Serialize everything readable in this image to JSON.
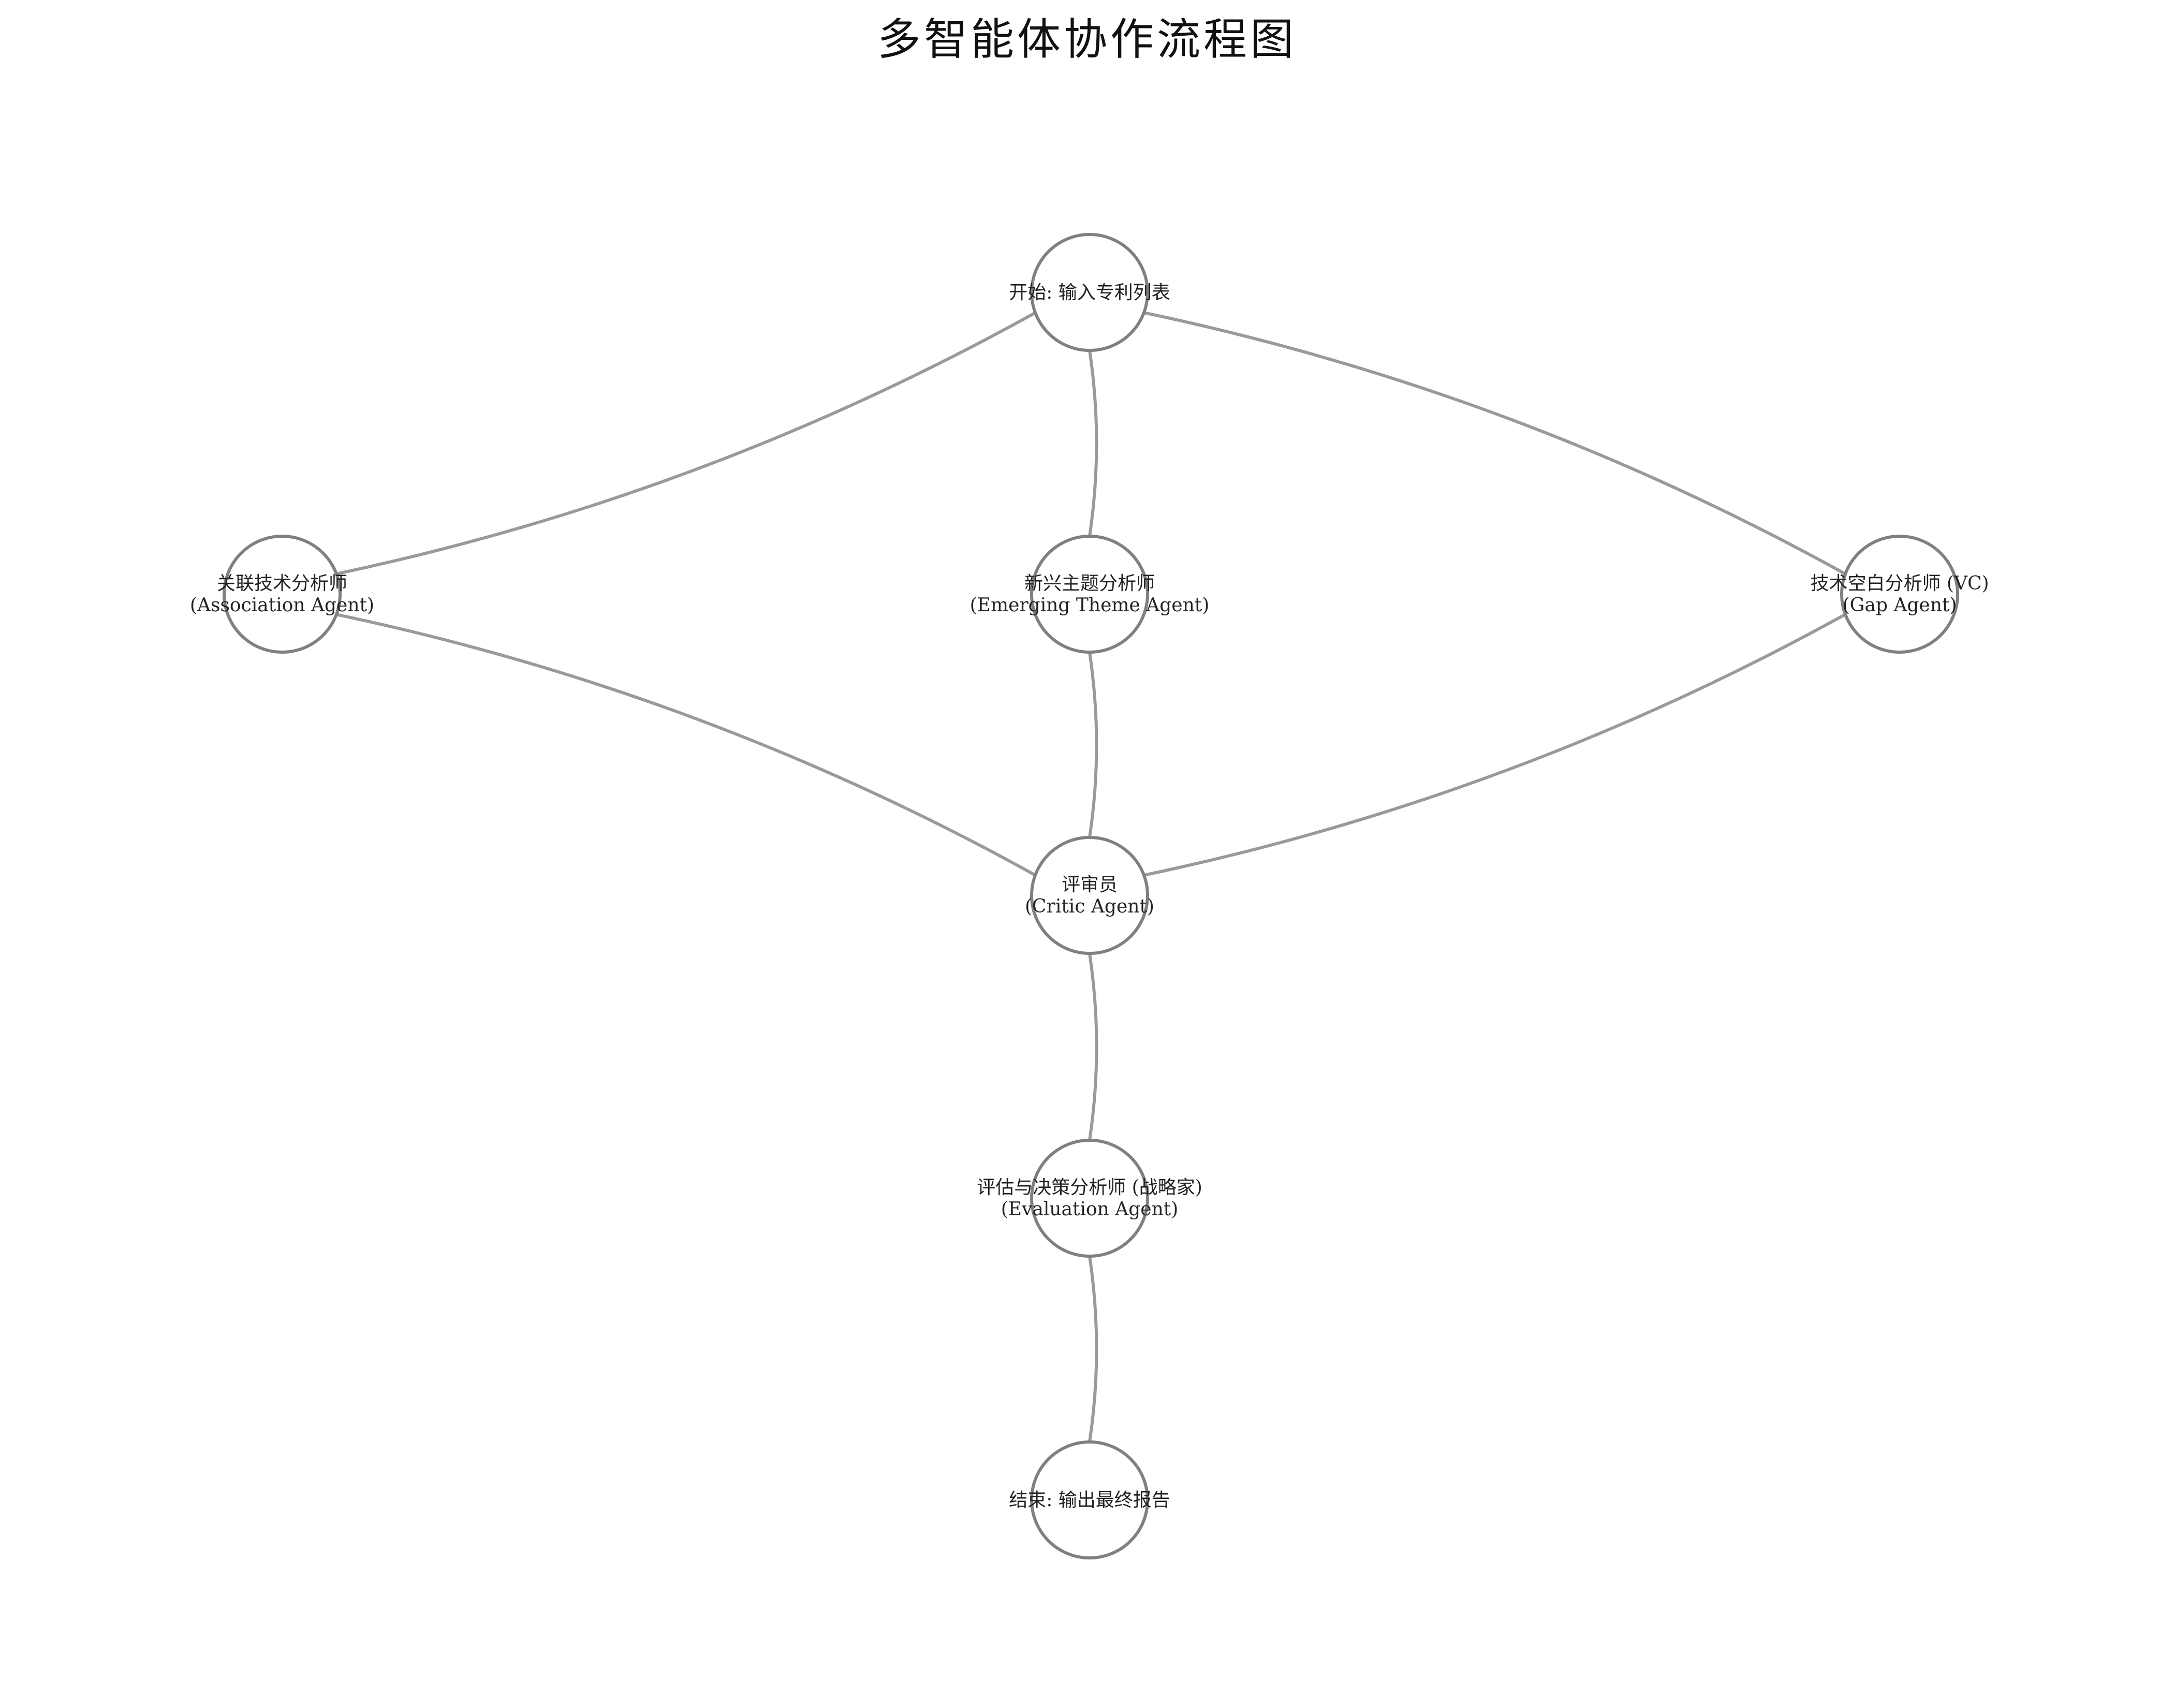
{
  "title": "多智能体协作流程图",
  "nodes": [
    {
      "id": "start",
      "lines": [
        "开始: 输入专利列表"
      ]
    },
    {
      "id": "association",
      "lines": [
        "关联技术分析师",
        "(Association Agent)"
      ]
    },
    {
      "id": "emerging",
      "lines": [
        "新兴主题分析师",
        "(Emerging Theme Agent)"
      ]
    },
    {
      "id": "gap",
      "lines": [
        "技术空白分析师 (VC)",
        "(Gap Agent)"
      ]
    },
    {
      "id": "critic",
      "lines": [
        "评审员",
        "(Critic Agent)"
      ]
    },
    {
      "id": "evaluation",
      "lines": [
        "评估与决策分析师 (战略家)",
        "(Evaluation Agent)"
      ]
    },
    {
      "id": "end",
      "lines": [
        "结束: 输出最终报告"
      ]
    }
  ],
  "edges": [
    {
      "from": "start",
      "to": "association"
    },
    {
      "from": "start",
      "to": "emerging"
    },
    {
      "from": "start",
      "to": "gap"
    },
    {
      "from": "association",
      "to": "critic"
    },
    {
      "from": "emerging",
      "to": "critic"
    },
    {
      "from": "gap",
      "to": "critic"
    },
    {
      "from": "critic",
      "to": "evaluation"
    },
    {
      "from": "evaluation",
      "to": "end"
    }
  ],
  "colors": {
    "node_stroke": "#808080",
    "edge_stroke": "#9a9a9a",
    "background": "#ffffff"
  }
}
